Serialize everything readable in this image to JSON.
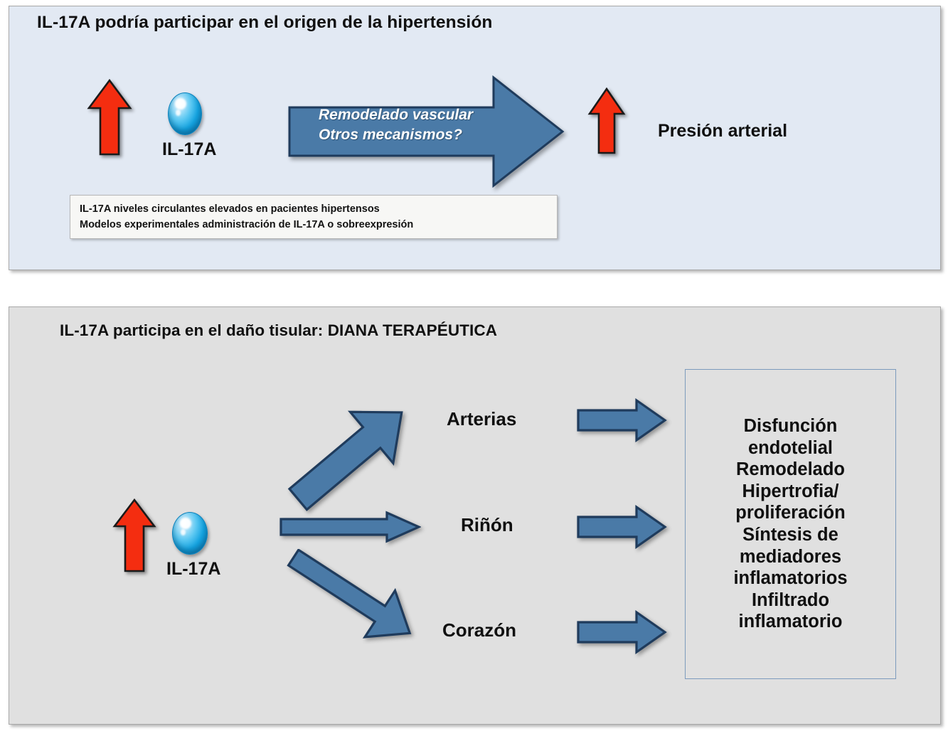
{
  "colors": {
    "panel_top_bg": "#e2e9f3",
    "panel_bottom_bg": "#e0e0e0",
    "arrow_blue": "#4a7aa7",
    "arrow_blue_outline": "#1f3b5c",
    "arrow_red": "#f42d10",
    "outcome_border": "#7c9bbd",
    "molecule_blue": "#14a3e0"
  },
  "panel_top": {
    "title": "IL-17A  podría participar en el origen de la hipertensión",
    "molecule": {
      "label": "IL-17A",
      "icon": "blue-sphere-icon"
    },
    "up_arrow_icon": "red-up-arrow-icon",
    "mechanism_arrow": {
      "icon": "right-arrow-icon",
      "lines": [
        "Remodelado vascular",
        "Otros mecanismos?"
      ]
    },
    "outcome": {
      "up_arrow_icon": "red-up-arrow-icon",
      "label": "Presión arterial"
    },
    "evidence": [
      "IL-17A niveles circulantes elevados en pacientes hipertensos",
      "Modelos experimentales administración de IL-17A o sobreexpresión"
    ]
  },
  "panel_bottom": {
    "title": "IL-17A  participa en el daño tisular: DIANA TERAPÉUTICA",
    "molecule": {
      "label": "IL-17A",
      "icon": "blue-sphere-icon"
    },
    "up_arrow_icon": "red-up-arrow-icon",
    "targets": [
      {
        "label": "Arterias",
        "branch_icon": "diagonal-up-right-arrow-icon",
        "outcome_icon": "right-arrow-icon"
      },
      {
        "label": "Riñón",
        "branch_icon": "right-arrow-icon",
        "outcome_icon": "right-arrow-icon"
      },
      {
        "label": "Corazón",
        "branch_icon": "diagonal-down-right-arrow-icon",
        "outcome_icon": "right-arrow-icon"
      }
    ],
    "outcomes": [
      "Disfunción",
      "endotelial",
      "Remodelado",
      "Hipertrofia/",
      "proliferación",
      "Síntesis de",
      "mediadores",
      "inflamatorios",
      "Infiltrado",
      "inflamatorio"
    ]
  }
}
